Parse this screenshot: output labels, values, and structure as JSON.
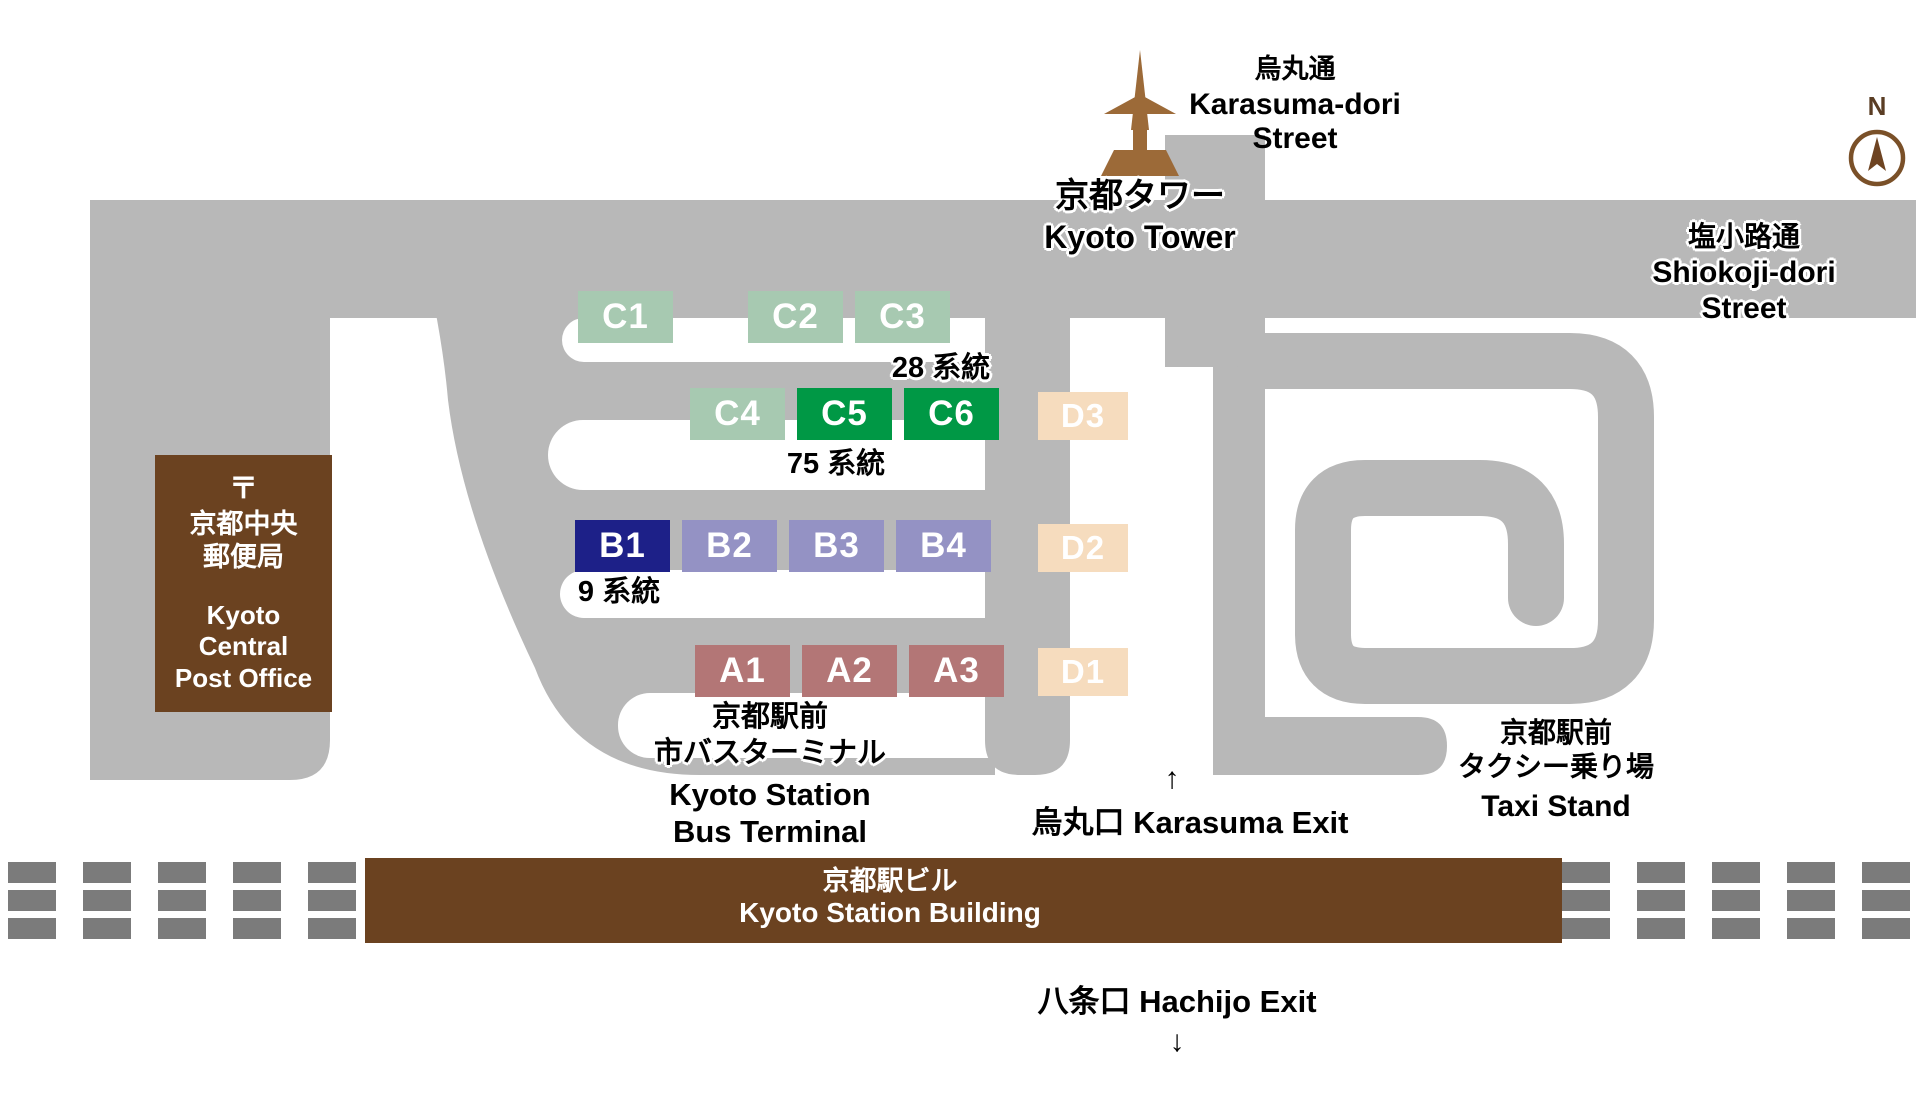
{
  "compass": {
    "n": "N"
  },
  "streets": {
    "karasuma": {
      "jp": "烏丸通",
      "en": "Karasuma-dori",
      "en2": "Street"
    },
    "shiokoji": {
      "jp": "塩小路通",
      "en": "Shiokoji-dori",
      "en2": "Street"
    }
  },
  "tower": {
    "jp": "京都タワー",
    "en": "Kyoto Tower"
  },
  "post_office": {
    "mark": "〒",
    "jp1": "京都中央",
    "jp2": "郵便局",
    "en1": "Kyoto",
    "en2": "Central",
    "en3": "Post Office"
  },
  "terminal": {
    "jp1": "京都駅前",
    "jp2": "市バスターミナル",
    "en1": "Kyoto Station",
    "en2": "Bus Terminal"
  },
  "routes": {
    "r28": "28 系統",
    "r75": "75 系統",
    "r9": "9 系統"
  },
  "exits": {
    "karasuma": {
      "arrow": "↑",
      "label": "烏丸口 Karasuma Exit"
    },
    "hachijo": {
      "label": "八条口 Hachijo Exit",
      "arrow": "↓"
    }
  },
  "taxi": {
    "jp1": "京都駅前",
    "jp2": "タクシー乗り場",
    "en": "Taxi Stand"
  },
  "station_building": {
    "jp": "京都駅ビル",
    "en": "Kyoto Station Building"
  },
  "stops": {
    "C1": {
      "label": "C1",
      "color": "#a7c9b1"
    },
    "C2": {
      "label": "C2",
      "color": "#a7c9b1"
    },
    "C3": {
      "label": "C3",
      "color": "#a7c9b1"
    },
    "C4": {
      "label": "C4",
      "color": "#a7c9b1"
    },
    "C5": {
      "label": "C5",
      "color": "#009845"
    },
    "C6": {
      "label": "C6",
      "color": "#009845"
    },
    "B1": {
      "label": "B1",
      "color": "#1d2088"
    },
    "B2": {
      "label": "B2",
      "color": "#9492c4"
    },
    "B3": {
      "label": "B3",
      "color": "#9492c4"
    },
    "B4": {
      "label": "B4",
      "color": "#9492c4"
    },
    "A1": {
      "label": "A1",
      "color": "#b37676"
    },
    "A2": {
      "label": "A2",
      "color": "#b37676"
    },
    "A3": {
      "label": "A3",
      "color": "#b37676"
    },
    "D1": {
      "label": "D1",
      "color": "#f6dcbe"
    },
    "D2": {
      "label": "D2",
      "color": "#f6dcbe"
    },
    "D3": {
      "label": "D3",
      "color": "#f6dcbe"
    }
  },
  "colors": {
    "road": "#b8b8b8",
    "track": "#7b7b7b",
    "building": "#6b4220",
    "tower_icon": "#9c6a38",
    "compass": "#7a5028"
  }
}
